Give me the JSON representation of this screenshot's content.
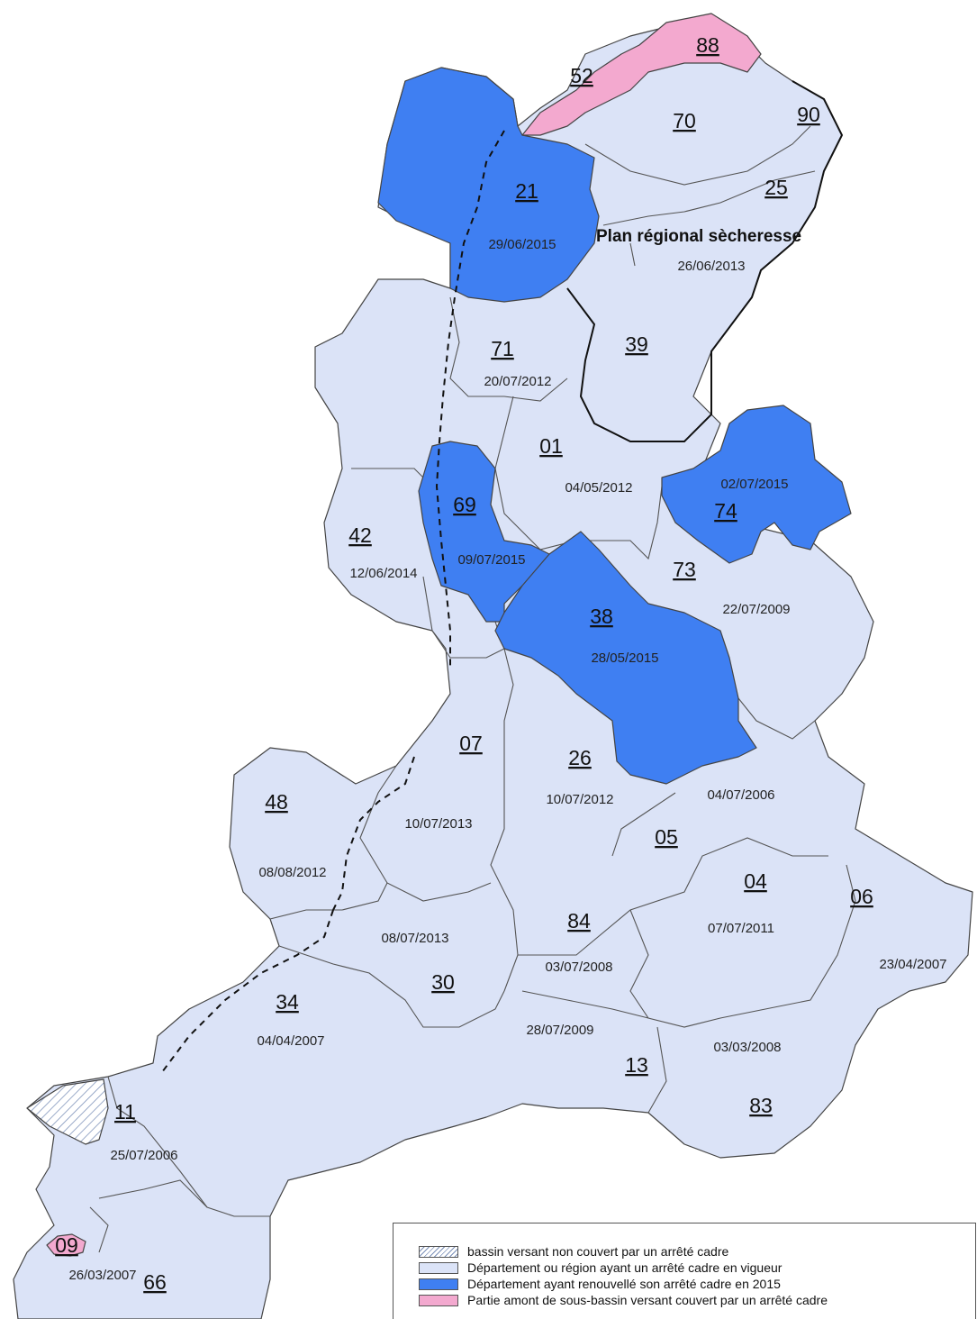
{
  "colors": {
    "light": "#dbe3f7",
    "renewed": "#3f7ff2",
    "upstream": "#f3a9cf",
    "border": "#444444"
  },
  "regional_plan": {
    "label": "Plan régional sècheresse",
    "date": "26/06/2013"
  },
  "departements": [
    {
      "code": "52",
      "date": "",
      "status": "upstream"
    },
    {
      "code": "88",
      "date": "",
      "status": "upstream"
    },
    {
      "code": "70",
      "date": "",
      "status": "regional"
    },
    {
      "code": "90",
      "date": "",
      "status": "regional"
    },
    {
      "code": "25",
      "date": "",
      "status": "regional"
    },
    {
      "code": "21",
      "date": "29/06/2015",
      "status": "renewed"
    },
    {
      "code": "71",
      "date": "20/07/2012",
      "status": "in_force"
    },
    {
      "code": "39",
      "date": "",
      "status": "regional"
    },
    {
      "code": "01",
      "date": "04/05/2012",
      "status": "in_force"
    },
    {
      "code": "74",
      "date": "02/07/2015",
      "status": "renewed"
    },
    {
      "code": "69",
      "date": "09/07/2015",
      "status": "renewed"
    },
    {
      "code": "42",
      "date": "12/06/2014",
      "status": "in_force"
    },
    {
      "code": "73",
      "date": "22/07/2009",
      "status": "in_force"
    },
    {
      "code": "38",
      "date": "28/05/2015",
      "status": "renewed"
    },
    {
      "code": "07",
      "date": "10/07/2013",
      "status": "in_force"
    },
    {
      "code": "26",
      "date": "10/07/2012",
      "status": "in_force"
    },
    {
      "code": "05",
      "date": "04/07/2006",
      "status": "in_force"
    },
    {
      "code": "48",
      "date": "08/08/2012",
      "status": "in_force"
    },
    {
      "code": "04",
      "date": "07/07/2011",
      "status": "in_force"
    },
    {
      "code": "06",
      "date": "23/04/2007",
      "status": "in_force"
    },
    {
      "code": "84",
      "date": "03/07/2008",
      "status": "in_force"
    },
    {
      "code": "30",
      "date": "08/07/2013",
      "status": "in_force"
    },
    {
      "code": "34",
      "date": "04/04/2007",
      "status": "in_force"
    },
    {
      "code": "13",
      "date": "28/07/2009",
      "status": "in_force"
    },
    {
      "code": "83",
      "date": "03/03/2008",
      "status": "in_force"
    },
    {
      "code": "11",
      "date": "25/07/2006",
      "status": "in_force"
    },
    {
      "code": "09",
      "date": "",
      "status": "upstream"
    },
    {
      "code": "66",
      "date": "26/03/2007",
      "status": "in_force"
    }
  ],
  "legend": [
    {
      "swatch": "hatch",
      "label": "bassin versant non couvert par un arrêté cadre"
    },
    {
      "swatch": "light",
      "label": "Département ou région ayant un arrêté cadre en vigueur"
    },
    {
      "swatch": "renewed",
      "label": "Département ayant renouvellé son arrêté cadre en 2015"
    },
    {
      "swatch": "upstream",
      "label": "Partie amont de sous-bassin versant couvert par un arrêté cadre"
    }
  ]
}
